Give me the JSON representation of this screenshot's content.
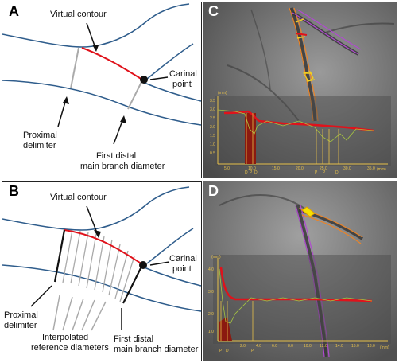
{
  "panels": {
    "a": {
      "letter": "A",
      "virtual_contour": "Virtual contour",
      "carinal_point_line1": "Carinal",
      "carinal_point_line2": "point",
      "proximal_line1": "Proximal",
      "proximal_line2": "delimiter",
      "first_distal_line1": "First distal",
      "first_distal_line2": "main branch diameter"
    },
    "b": {
      "letter": "B",
      "virtual_contour": "Virtual contour",
      "carinal_point_line1": "Carinal",
      "carinal_point_line2": "point",
      "proximal_line1": "Proximal",
      "proximal_line2": "delimiter",
      "interpolated_line1": "Interpolated",
      "interpolated_line2": "reference diameters",
      "first_distal_line1": "First distal",
      "first_distal_line2": "main branch diameter"
    },
    "c": {
      "letter": "C",
      "y_unit": "(mm)",
      "x_unit": "(mm)",
      "y_ticks": [
        "3.5",
        "3.0",
        "2.5",
        "2.0",
        "1.5",
        "1.0",
        "0.5"
      ],
      "x_ticks": [
        "5.0",
        "10.0",
        "15.0",
        "20.0",
        "25.0",
        "30.0",
        "35.0"
      ],
      "markers": [
        "D",
        "P",
        "D",
        "P",
        "P",
        "D"
      ]
    },
    "d": {
      "letter": "D",
      "y_unit": "(mm)",
      "x_unit": "(mm)",
      "y_ticks": [
        "4.0",
        "3.0",
        "2.0",
        "1.0"
      ],
      "x_ticks": [
        "2.0",
        "4.0",
        "6.0",
        "8.0",
        "10.0",
        "12.0",
        "14.0",
        "16.0",
        "18.0"
      ],
      "markers": [
        "P",
        "D",
        "P"
      ]
    }
  },
  "colors": {
    "vessel": "#2f5d8c",
    "contour": "#e0121b",
    "delimiter_gray": "#aaaaaa",
    "chart_axis": "#e6c04a"
  }
}
